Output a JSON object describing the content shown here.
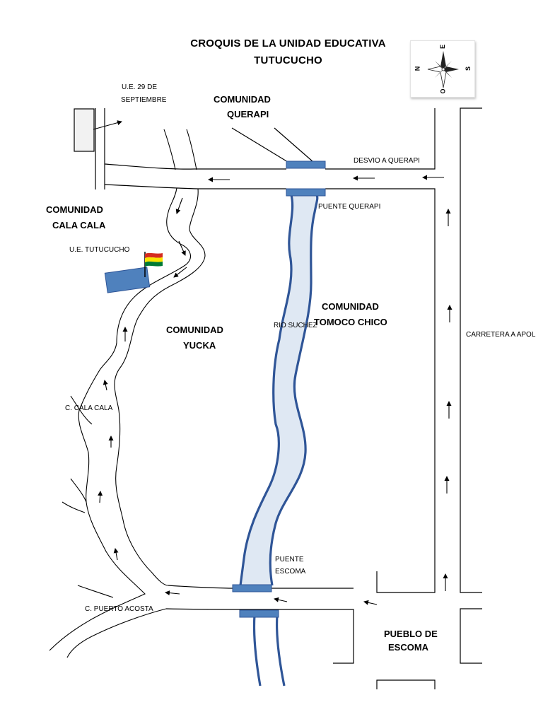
{
  "title": {
    "line1": "CROQUIS DE LA UNIDAD EDUCATIVA",
    "line2": "TUTUCUCHO"
  },
  "compass": {
    "north": "N",
    "east": "E",
    "south": "S",
    "west": "O"
  },
  "labels": {
    "ue_29": [
      "U.E. 29 DE",
      "SEPTIEMBRE"
    ],
    "querapi": [
      "COMUNIDAD",
      "QUERAPI"
    ],
    "desvio": "DESVIO A QUERAPI",
    "cala_cala": [
      "COMUNIDAD",
      "CALA CALA"
    ],
    "puente_querapi": "PUENTE QUERAPI",
    "ue_tutucucho": "U.E. TUTUCUCHO",
    "tomoco": [
      "COMUNIDAD",
      "TOMOCO CHICO"
    ],
    "rio": "RIO SUCHEZ",
    "yucka": [
      "COMUNIDAD",
      "YUCKA"
    ],
    "carretera": "CARRETERA A APOL",
    "c_cala_cala": "C. CALA CALA",
    "puente_escoma": [
      "PUENTE",
      "ESCOMA"
    ],
    "c_puerto_acosta": "C. PUERTO ACOSTA",
    "escoma": [
      "PUEBLO DE",
      "ESCOMA"
    ]
  },
  "colors": {
    "river_fill": "#4f81bd",
    "river_outline": "#1f3f73",
    "bridge": "#4f81bd",
    "school": "#4f81bd",
    "line": "#000000",
    "flag": [
      "#d52b1e",
      "#f9e300",
      "#007934"
    ]
  },
  "icons": {
    "compass": "compass-rose-icon",
    "flag": "bolivia-flag-icon",
    "arrow": "arrow-icon"
  }
}
